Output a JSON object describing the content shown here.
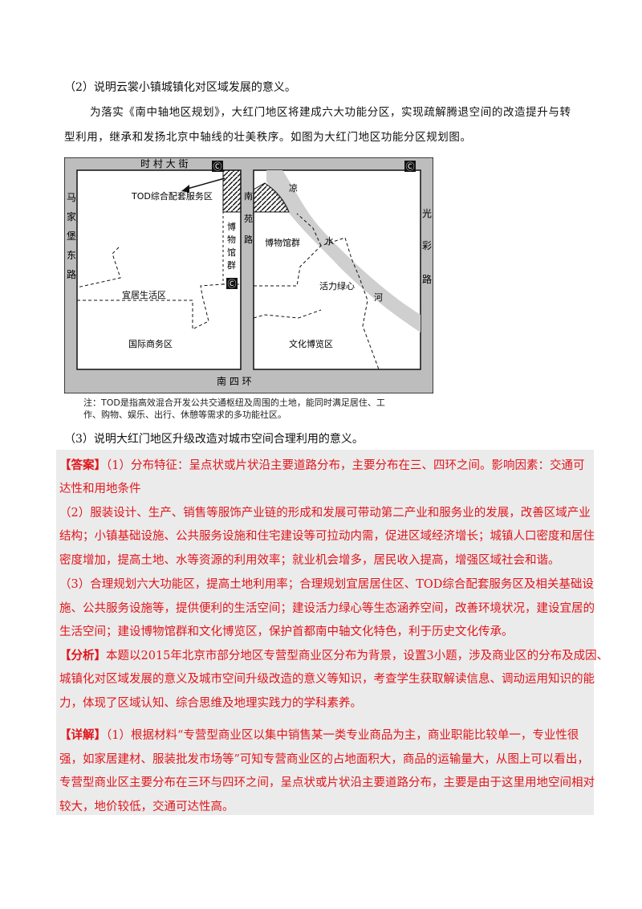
{
  "q2": "（2）说明云裳小镇城镇化对区域发展的意义。",
  "intro_line1": "为落实《南中轴地区规划》，大红门地区将建成六大功能分区，实现疏解腾退空间的改造提升与转",
  "intro_line2": "型利用，继承和发扬北京中轴线的壮美秩序。如图为大红门地区功能分区规划图。",
  "map": {
    "road_top": "时 村 大 街",
    "road_bottom": "南 四 环",
    "road_left": [
      "马",
      "家",
      "堡",
      "东",
      "路"
    ],
    "road_right": [
      "光",
      "彩",
      "路"
    ],
    "road_nanyuan": [
      "南",
      "苑",
      "路"
    ],
    "museum_strip": [
      "博",
      "物",
      "馆",
      "群"
    ],
    "tod": "TOD综合配套服务区",
    "museum_group": "博物馆群",
    "residential": "宜居生活区",
    "business": "国际商务区",
    "expo": "文化博览区",
    "green": "活力绿心",
    "river": [
      "凉",
      "水",
      "河"
    ],
    "station_icon": "Ⓒ"
  },
  "note_line1": "注：TOD是指高效混合开发公共交通枢纽及周围的土地，能同时满足居住、工",
  "note_line2": "作、购物、娱乐、出行、休憩等需求的多功能社区。",
  "q3": "（3）说明大红门地区升级改造对城市空间合理利用的意义。",
  "answer": {
    "tag": "【答案】",
    "l1": "（1）分布特征：呈点状或片状沿主要道路分布，主要分布在三、四环之间。影响因素：交通可",
    "l2": "达性和用地条件",
    "l3": "（2）服装设计、生产、销售等服饰产业链的形成和发展可带动第二产业和服务业的发展，改善区域产业",
    "l4": "结构；小镇基础设施、公共服务设施和住宅建设等可拉动内需，促进区域经济增长；城镇人口密度和居住",
    "l5": "密度增加，提高土地、水等资源的利用效率；就业机会增多，居民收入提高，增强区域社会和谐。",
    "l6": "（3）合理规划六大功能区，提高土地利用率；合理规划宜居居住区、TOD综合配套服务区及相关基础设",
    "l7": "施、公共服务设施等，提供便利的生活空间；建设活力绿心等生态涵养空间，改善环境状况，建设宜居的",
    "l8": "生活空间；建设博物馆群和文化博览区，保护首都南中轴文化特色，利于历史文化传承。"
  },
  "analysis": {
    "tag": "【分析】",
    "l1": "本题以2015年北京市部分地区专营型商业区分布为背景，设置3小题，涉及商业区的分布及成因、",
    "l2": "城镇化对区域发展的意义及城市空间升级改造的意义等知识，考查学生获取解读信息、调动运用知识的能",
    "l3": "力，体现了区域认知、综合思维及地理实践力的学科素养。"
  },
  "detail": {
    "tag": "【详解】",
    "l1": "（1）根据材料“专营型商业区以集中销售某一类专业商品为主，商业职能比较单一，专业性很",
    "l2": "强，如家居建材、服装批发市场等”可知专营商业区的占地面积大，商品的运输量大，从图上可以看出，",
    "l3": "专营型商业区主要分布在三环与四环之间，呈点状或片状沿主要道路分布，主要是由于这里用地空间相对",
    "l4": "较大，地价较低，交通可达性高。"
  }
}
